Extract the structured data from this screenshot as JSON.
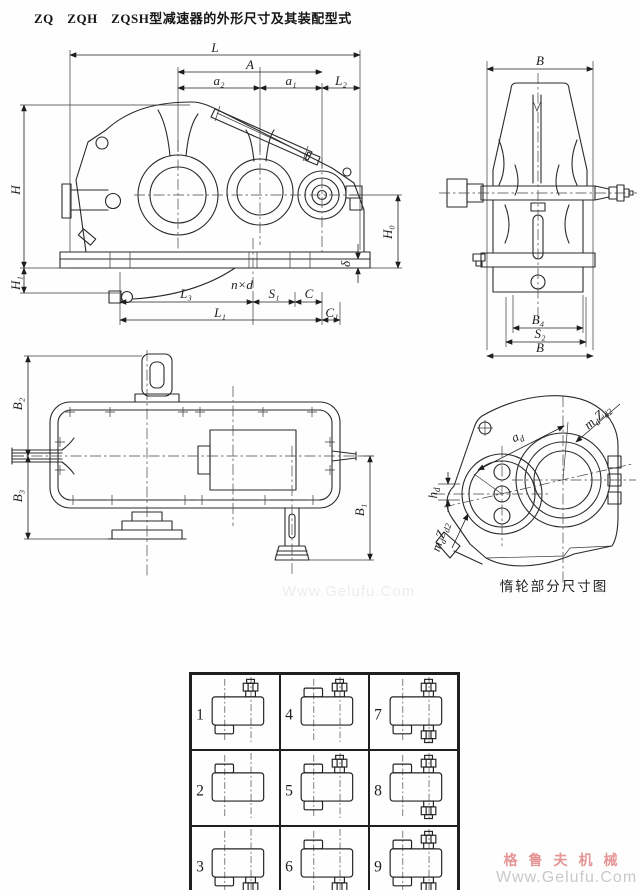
{
  "title": "ZQ　ZQH　ZQSH型减速器的外形尺寸及其装配型式",
  "side_view": {
    "L": "L",
    "A": "A",
    "a2": "a₂",
    "a1": "a₁",
    "L2": "L₂",
    "H": "H",
    "H1": "H₁",
    "H0": "H₀",
    "delta": "δ",
    "nxd": "n×d",
    "L3": "L₃",
    "S1": "S₁",
    "C": "C",
    "L1": "L₁",
    "C1": "C₁"
  },
  "end_view": {
    "B_top": "B",
    "B4": "B₄",
    "S2": "S₂",
    "B_bottom": "B"
  },
  "plan_view": {
    "B2": "B₂",
    "B3": "B₃",
    "B1": "B₁"
  },
  "idler_view": {
    "caption": "惰轮部分尺寸图",
    "ad_main": "a",
    "ad_sub": "d",
    "hd_main": "h",
    "hd_sub": "d",
    "mz_top_m": "m",
    "mz_top_msub": "d",
    "mz_top_z": "Z",
    "mz_top_zsub": "d2",
    "mz_bot_m": "m",
    "mz_bot_msub": "d",
    "mz_bot_z": "Z",
    "mz_bot_zsub": "d2"
  },
  "grid": {
    "cells": [
      {
        "num": "1",
        "tl": null,
        "tr": "hex",
        "bl": "plain",
        "br": null
      },
      {
        "num": "4",
        "tl": "plain",
        "tr": "hex",
        "bl": null,
        "br": null
      },
      {
        "num": "7",
        "tl": null,
        "tr": "hex",
        "bl": "plain",
        "br": "hex"
      },
      {
        "num": "2",
        "tl": "plain",
        "tr": null,
        "bl": null,
        "br": null
      },
      {
        "num": "5",
        "tl": "plain",
        "tr": "hex",
        "bl": "plain",
        "br": null
      },
      {
        "num": "8",
        "tl": "plain",
        "tr": "hex",
        "bl": null,
        "br": "hex"
      },
      {
        "num": "3",
        "tl": null,
        "tr": null,
        "bl": "plain",
        "br": "hex"
      },
      {
        "num": "6",
        "tl": "plain",
        "tr": null,
        "bl": null,
        "br": "hex"
      },
      {
        "num": "9",
        "tl": "plain",
        "tr": "hex",
        "bl": "plain",
        "br": "hex"
      }
    ]
  },
  "watermark": {
    "brand": "格鲁夫机械",
    "url": "Www.Gelufu.Com",
    "faint": "Www.Gelufu.Com",
    "brand_color": "#e59595"
  }
}
